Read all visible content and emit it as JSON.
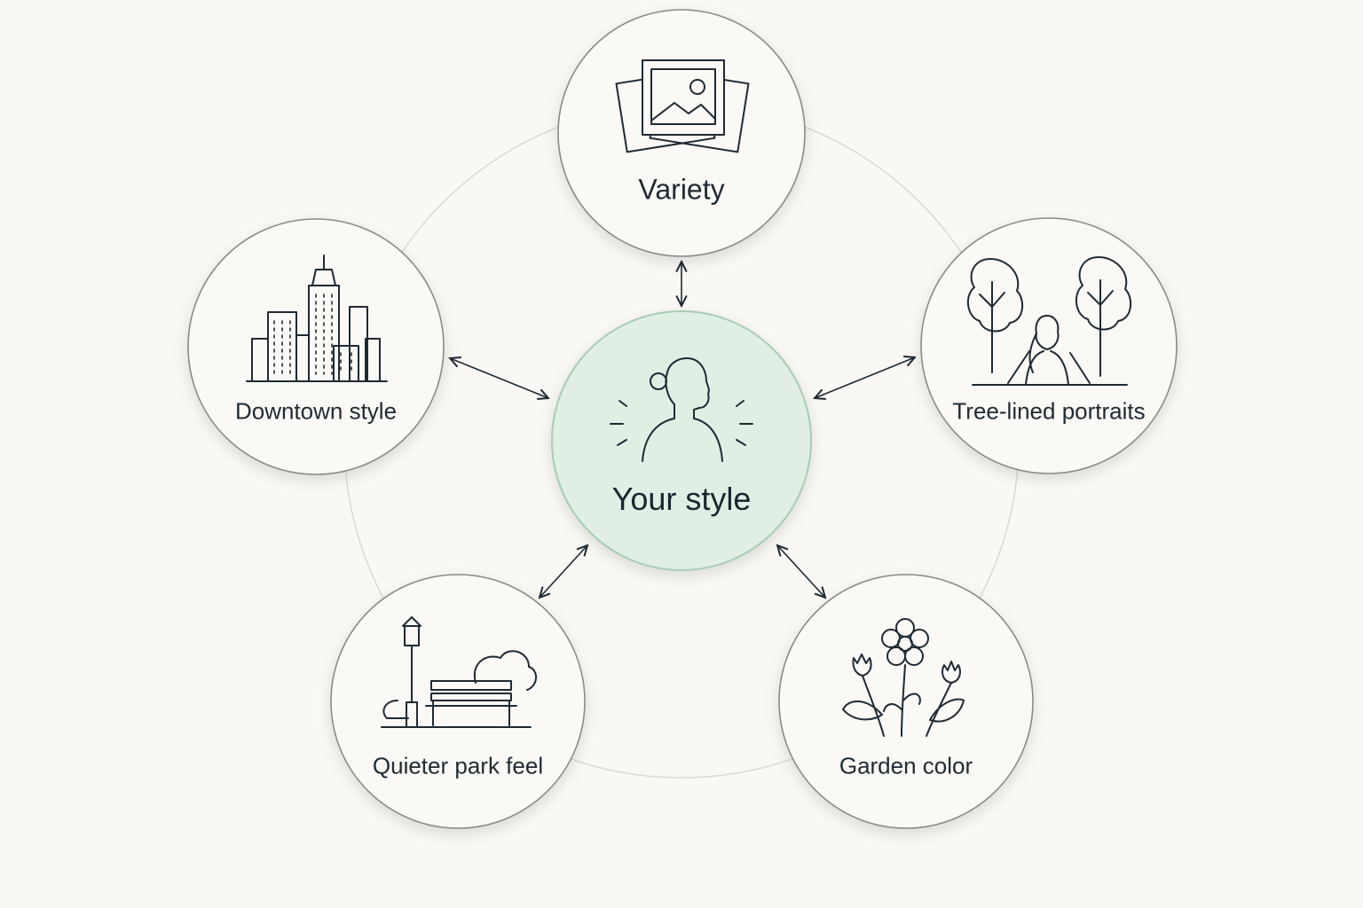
{
  "diagram": {
    "center": {
      "label": "Your style",
      "icon": "person-silhouette-icon"
    },
    "nodes": [
      {
        "id": "variety",
        "label": "Variety",
        "icon": "photo-stack-icon"
      },
      {
        "id": "downtown",
        "label": "Downtown style",
        "icon": "city-skyline-icon"
      },
      {
        "id": "tree",
        "label": "Tree-lined portraits",
        "icon": "trees-person-icon"
      },
      {
        "id": "park",
        "label": "Quieter park feel",
        "icon": "park-bench-icon"
      },
      {
        "id": "garden",
        "label": "Garden color",
        "icon": "flowers-icon"
      }
    ],
    "connections": "bidirectional",
    "colors": {
      "center_fill": "#e0eee4",
      "center_stroke": "#a8ccb4",
      "line": "#1f2a33",
      "background": "#f9f8f4"
    }
  }
}
